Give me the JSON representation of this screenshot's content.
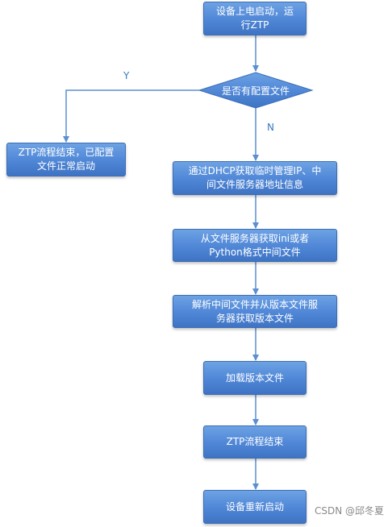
{
  "nodes": {
    "start": {
      "line1": "设备上电启动，运",
      "line2": "行ZTP"
    },
    "decision": {
      "label": "是否有配置文件"
    },
    "config_end": {
      "line1": "ZTP流程结束，已配置",
      "line2": "文件正常启动"
    },
    "dhcp": {
      "line1": "通过DHCP获取临时管理IP、中",
      "line2": "间文件服务器地址信息"
    },
    "fetch": {
      "line1": "从文件服务器获取ini或者",
      "line2": "Python格式中间文件"
    },
    "parse": {
      "line1": "解析中间文件并从版本文件服",
      "line2": "务器获取版本文件"
    },
    "load": {
      "label": "加载版本文件"
    },
    "ztp_end": {
      "label": "ZTP流程结束"
    },
    "restart": {
      "label": "设备重新启动"
    }
  },
  "edges": {
    "yes_label": "Y",
    "no_label": "N"
  },
  "watermark": "CSDN @邱冬夏",
  "colors": {
    "box_top": "#6da2e4",
    "box_bottom": "#3f74c4",
    "connector": "#5b8fd0",
    "edge_label": "#3a78c0"
  }
}
